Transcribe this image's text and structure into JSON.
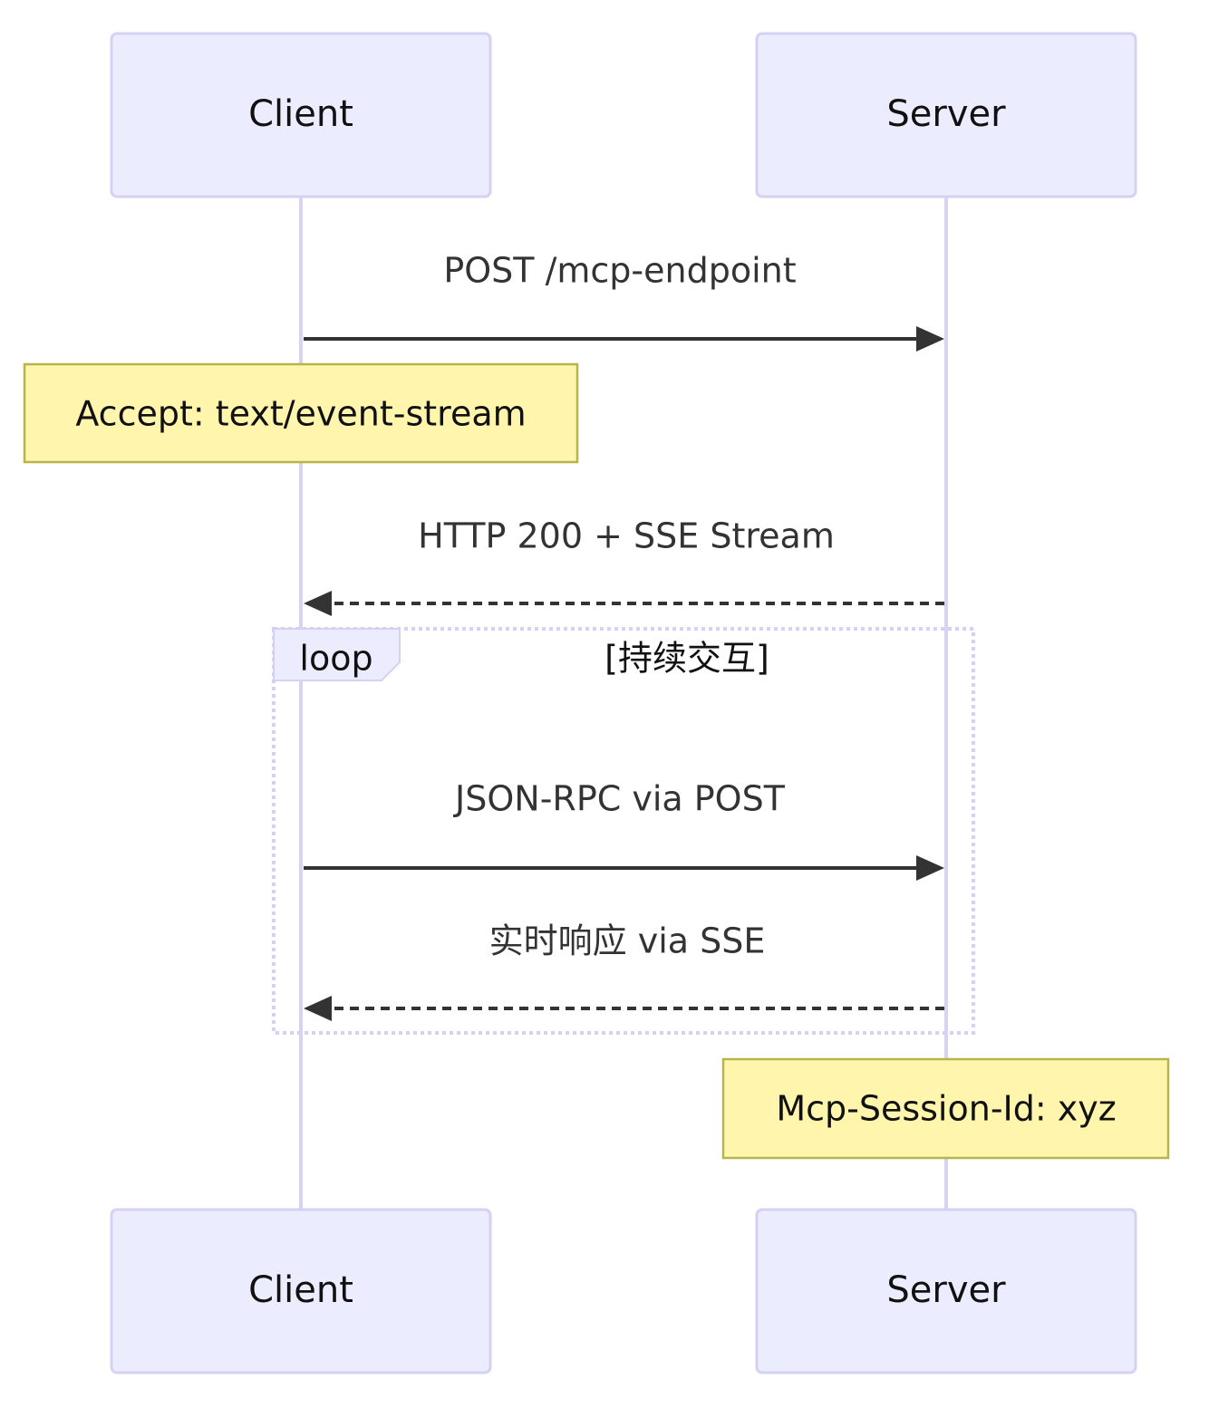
{
  "participants": {
    "client": {
      "label": "Client"
    },
    "server": {
      "label": "Server"
    }
  },
  "messages": [
    {
      "text": "POST /mcp-endpoint",
      "from": "client",
      "to": "server",
      "style": "solid"
    },
    {
      "text": "HTTP 200 + SSE Stream",
      "from": "server",
      "to": "client",
      "style": "dashed"
    },
    {
      "text": "JSON-RPC via POST",
      "from": "client",
      "to": "server",
      "style": "solid"
    },
    {
      "text": "实时响应 via SSE",
      "from": "server",
      "to": "client",
      "style": "dashed"
    }
  ],
  "notes": [
    {
      "text": "Accept: text/event-stream",
      "over": "client"
    },
    {
      "text": "Mcp-Session-Id: xyz",
      "over": "server"
    }
  ],
  "loop": {
    "label": "loop",
    "condition": "[持续交互]"
  },
  "colors": {
    "actor_fill": "#ECECFF",
    "actor_border": "#D6D0F2",
    "note_fill": "#FFF5AD",
    "note_border": "#B8B44A",
    "arrow": "#333333"
  }
}
